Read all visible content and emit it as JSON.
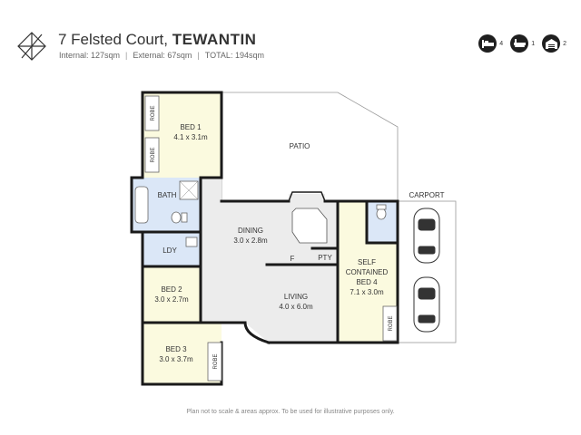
{
  "header": {
    "address": "7 Felsted Court,",
    "suburb": "TEWANTIN",
    "internal": "Internal: 127sqm",
    "external": "External: 67sqm",
    "total": "TOTAL: 194sqm",
    "separator": "|"
  },
  "stats": [
    {
      "icon": "bed-icon",
      "count": "4"
    },
    {
      "icon": "bath-icon",
      "count": "1"
    },
    {
      "icon": "garage-icon",
      "count": "2"
    }
  ],
  "rooms": {
    "bed1": {
      "name": "BED 1",
      "size": "4.1 x 3.1m"
    },
    "bed2": {
      "name": "BED 2",
      "size": "3.0 x 2.7m"
    },
    "bed3": {
      "name": "BED 3",
      "size": "3.0 x 3.7m"
    },
    "bed4": {
      "line1": "SELF",
      "line2": "CONTAINED",
      "line3": "BED 4",
      "size": "7.1 x 3.0m"
    },
    "dining": {
      "name": "DINING",
      "size": "3.0 x 2.8m"
    },
    "living": {
      "name": "LIVING",
      "size": "4.0 x 6.0m"
    },
    "bath": "BATH",
    "laundry": "LDY",
    "patio": "PATIO",
    "carport": "CARPORT",
    "pantry": "PTY",
    "fridge": "F",
    "robe": "ROBE"
  },
  "footer": "Plan not to scale & areas approx. To be used for illustrative purposes only.",
  "colors": {
    "wall": "#1a1a1a",
    "room_fill": "#fbfadf",
    "living_fill": "#ececec",
    "wet_fill": "#dbe7f7",
    "outline": "#9a9a9a",
    "icon_bg": "#1f1f1f"
  }
}
